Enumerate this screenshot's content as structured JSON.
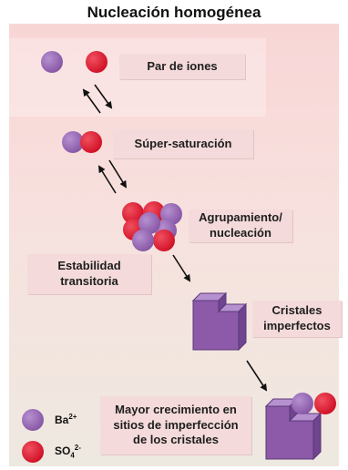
{
  "title": "Nucleación homogénea",
  "steps": {
    "ion_pair": "Par de iones",
    "supersaturation": "Súper-saturación",
    "clustering_line1": "Agrupamiento/",
    "clustering_line2": "nucleación",
    "transient_stability_line1": "Estabilidad",
    "transient_stability_line2": "transitoria",
    "imperfect_crystals_line1": "Cristales",
    "imperfect_crystals_line2": "imperfectos",
    "growth_line1": "Mayor crecimiento en",
    "growth_line2": "sitios de imperfección",
    "growth_line3": "de los cristales"
  },
  "legend": {
    "ba_base": "Ba",
    "ba_charge": "2+",
    "so_base": "SO",
    "so_sub": "4",
    "so_charge": "2-"
  },
  "colors": {
    "barium": "#8a5aa8",
    "sulfate": "#d31429",
    "crystal": "#8c5aa8"
  }
}
